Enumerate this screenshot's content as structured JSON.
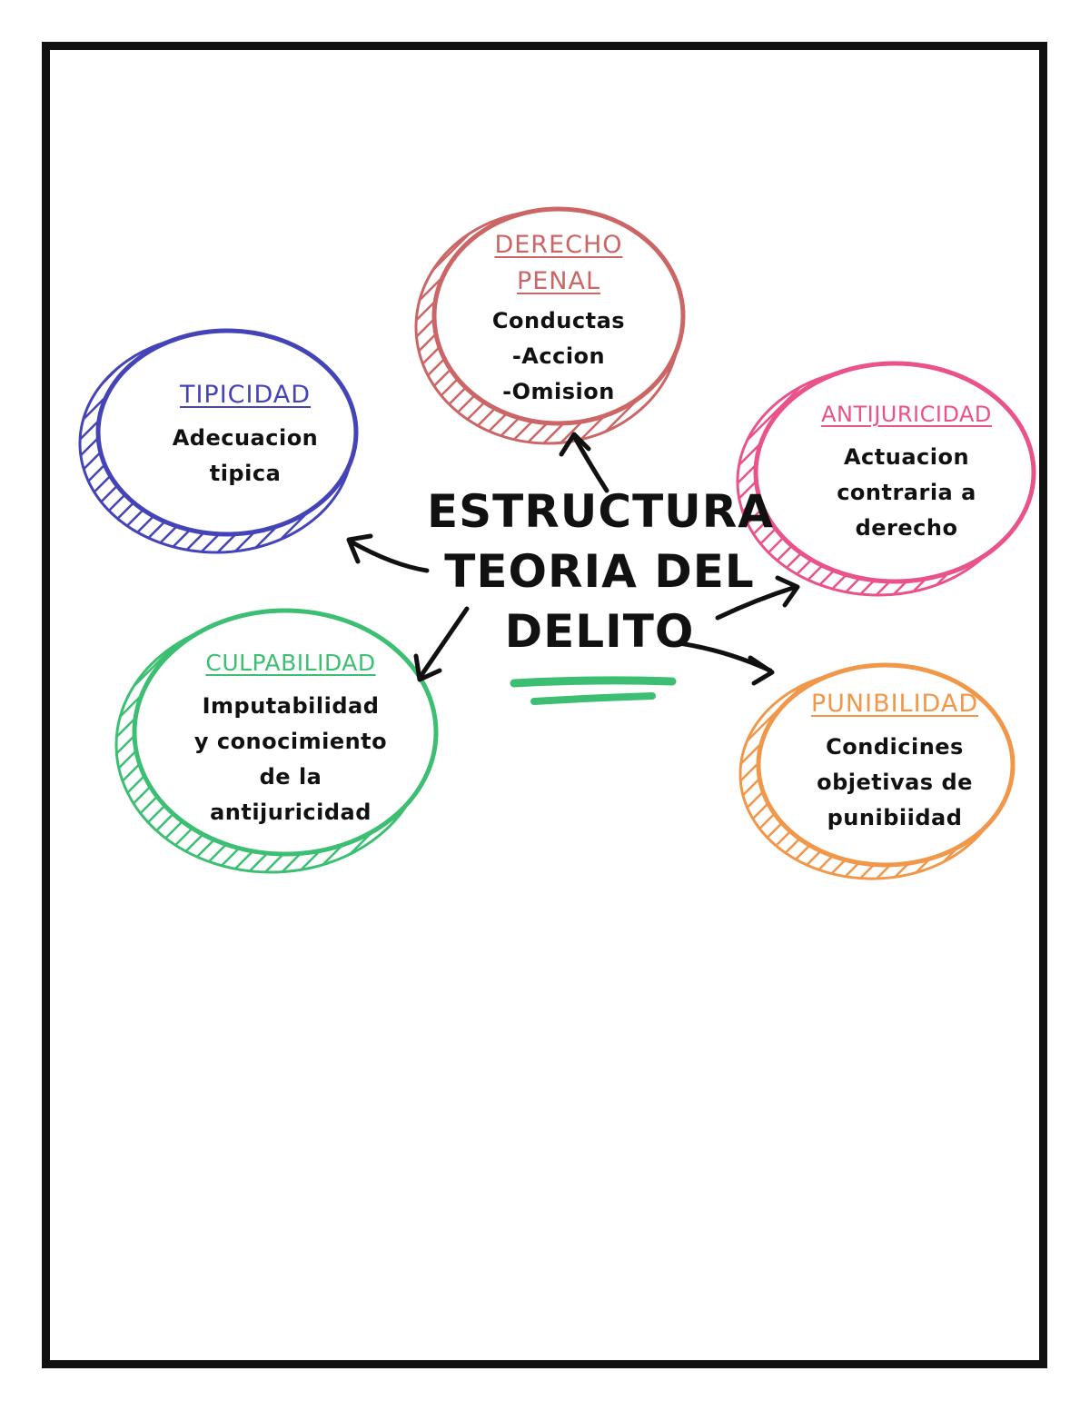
{
  "colors": {
    "frame": "#111111",
    "ink": "#111111",
    "derecho_penal": "#cc6666",
    "tipicidad": "#4444b8",
    "antijuricidad": "#e9528a",
    "culpabilidad": "#3dbf73",
    "punibilidad": "#f0974a"
  },
  "center": {
    "lines": [
      "ESTRUCTURA",
      "TEORIA DEL",
      "DELITO"
    ]
  },
  "nodes": {
    "derecho_penal": {
      "title_lines": [
        "DERECHO",
        "PENAL"
      ],
      "body": [
        "Conductas",
        "-Accion",
        "-Omision"
      ]
    },
    "tipicidad": {
      "title": "TIPICIDAD",
      "body": [
        "Adecuacion",
        "tipica"
      ]
    },
    "antijuricidad": {
      "title": "ANTIJURICIDAD",
      "body": [
        "Actuacion",
        "contraria a",
        "derecho"
      ]
    },
    "culpabilidad": {
      "title": "CULPABILIDAD",
      "body": [
        "Imputabilidad",
        "y conocimiento",
        "de la",
        "antijuricidad"
      ]
    },
    "punibilidad": {
      "title": "PUNIBILIDAD",
      "body": [
        "Condicines",
        "objetivas de",
        "punibiidad"
      ]
    }
  }
}
